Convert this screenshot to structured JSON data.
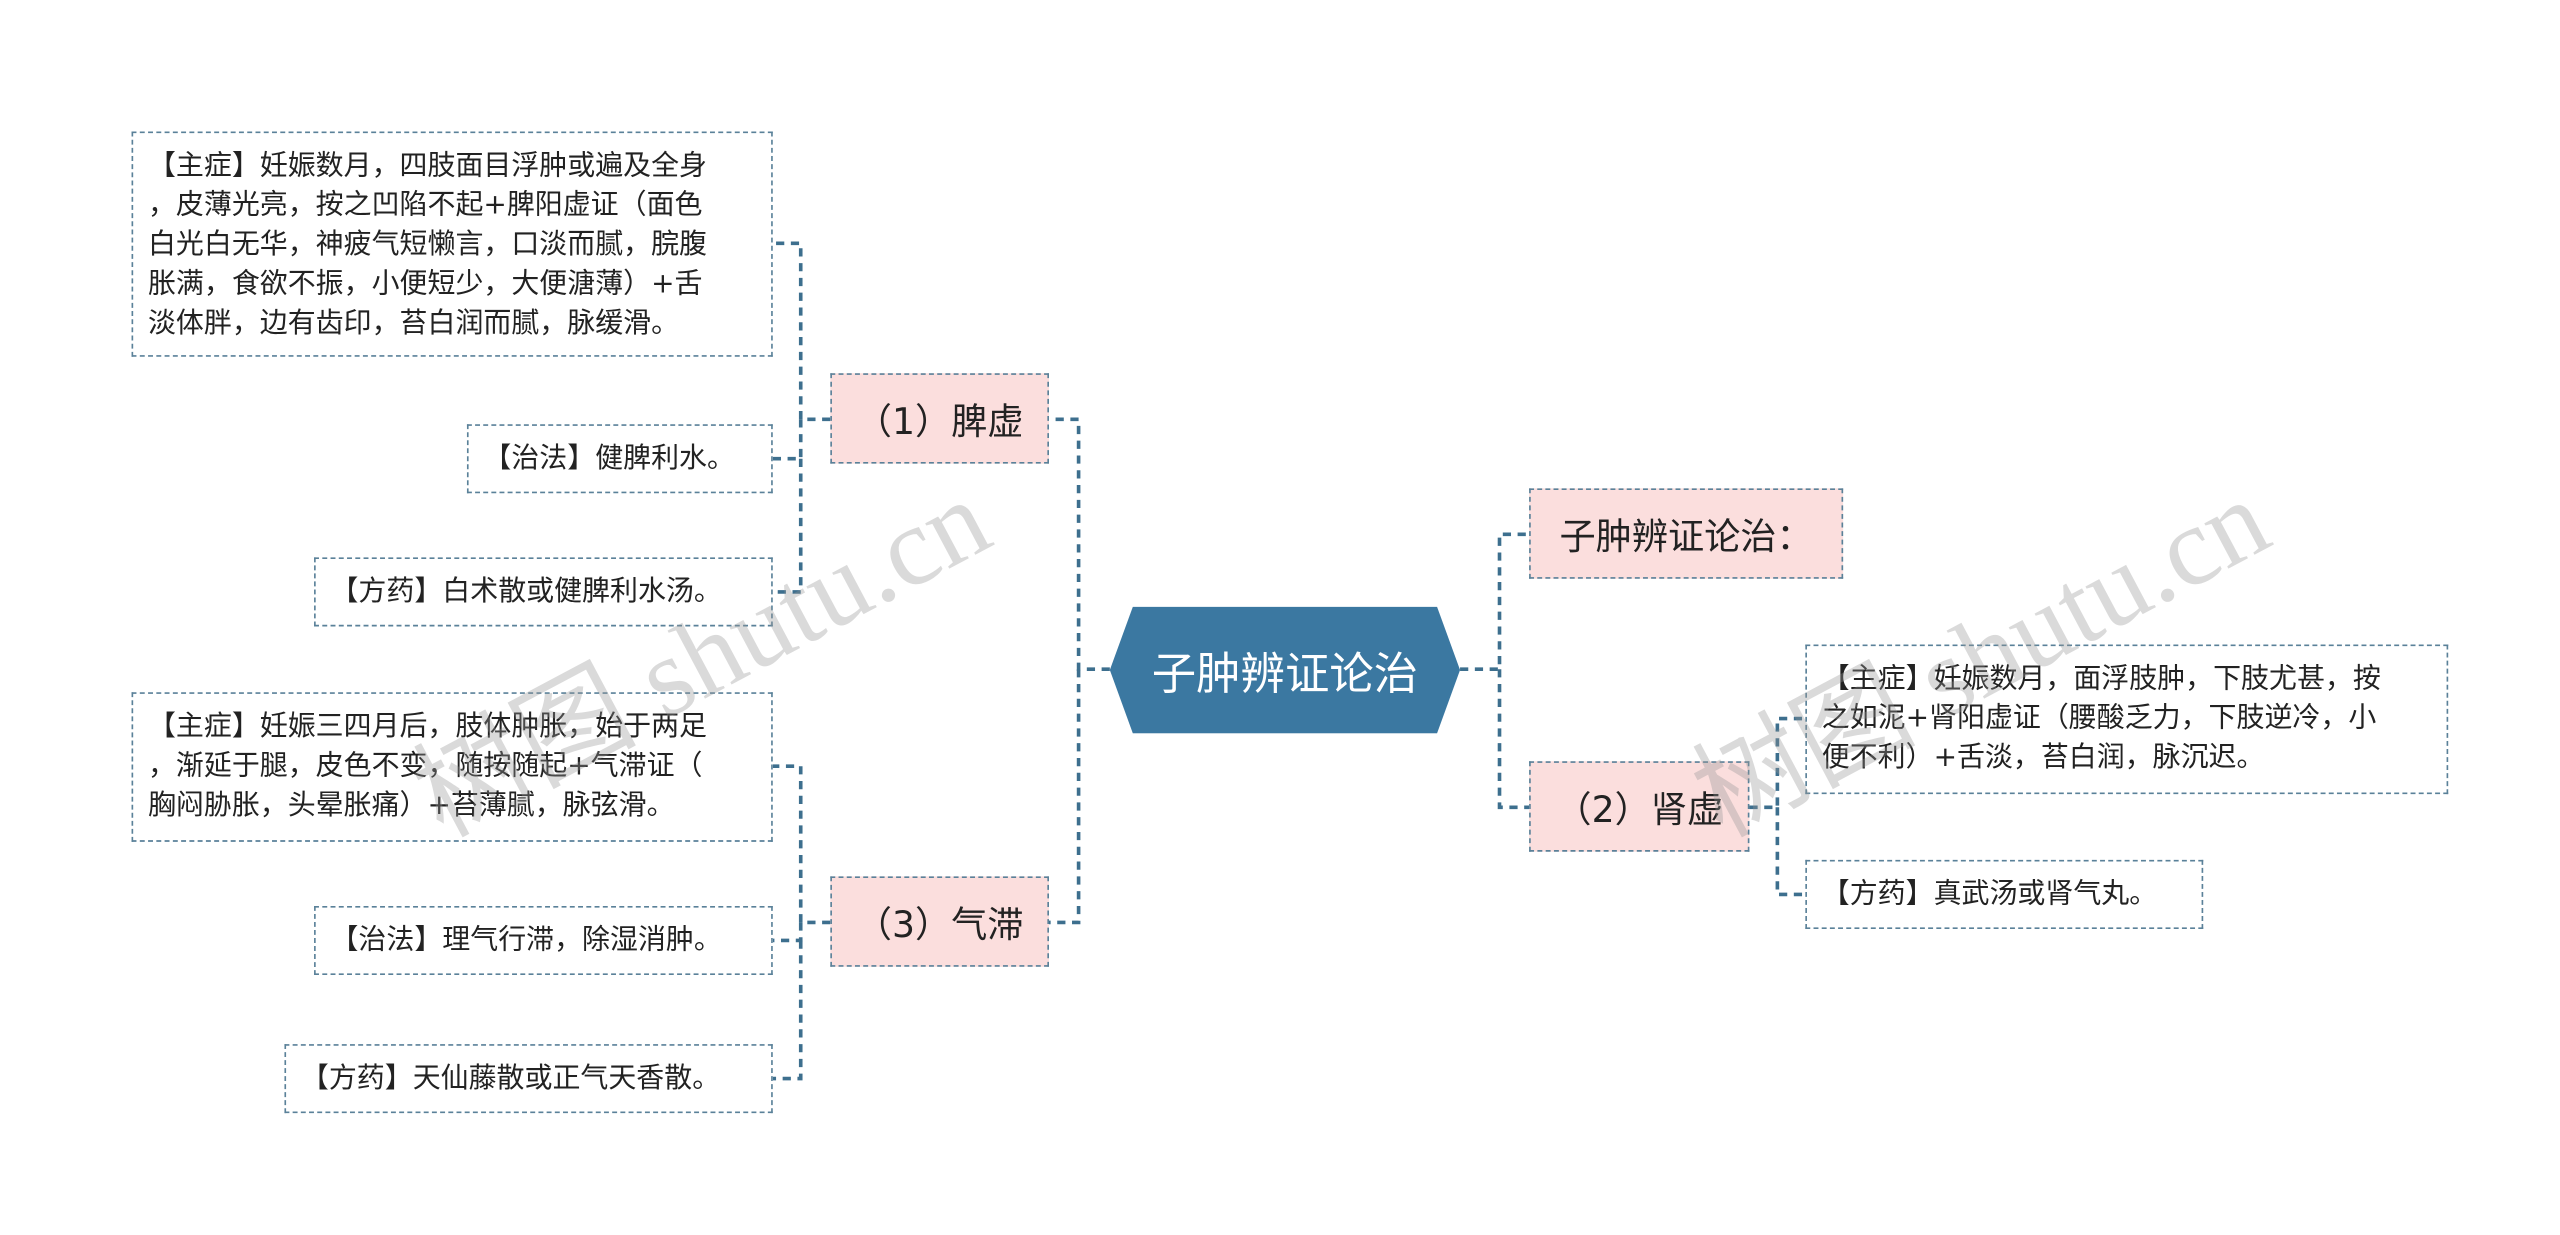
{
  "root": {
    "label": "子肿辨证论治",
    "color": "#3b78a1"
  },
  "branches": {
    "pixu": {
      "label": "（1）脾虚",
      "zhuzheng": "【主症】妊娠数月，四肢面目浮肿或遍及全身\n，皮薄光亮，按之凹陷不起+脾阳虚证（面色\n白光白无华，神疲气短懒言，口淡而腻，脘腹\n胀满，食欲不振，小便短少，大便溏薄）+舌\n淡体胖，边有齿印，苔白润而腻，脉缓滑。",
      "zhifa": "【治法】健脾利水。",
      "fangyao": "【方药】白术散或健脾利水汤。"
    },
    "qizhi": {
      "label": "（3）气滞",
      "zhuzheng": "【主症】妊娠三四月后，肢体肿胀，始于两足\n，渐延于腿，皮色不变，随按随起+气滞证（\n胸闷胁胀，头晕胀痛）+苔薄腻，脉弦滑。",
      "zhifa": "【治法】理气行滞，除湿消肿。",
      "fangyao": "【方药】天仙藤散或正气天香散。"
    },
    "intro": {
      "label": "子肿辨证论治："
    },
    "shenxu": {
      "label": "（2）肾虚",
      "zhuzheng": "【主症】妊娠数月，面浮肢肿，下肢尤甚，按\n之如泥+肾阳虚证（腰酸乏力，下肢逆冷，小\n便不利）+舌淡，苔白润，脉沉迟。",
      "fangyao": "【方药】真武汤或肾气丸。"
    }
  },
  "watermarks": [
    "树图 shutu.cn",
    "树图 shutu.cn"
  ],
  "colors": {
    "line": "#3d6f8e",
    "branch_bg": "#fbdedd",
    "border": "#5a8199"
  }
}
